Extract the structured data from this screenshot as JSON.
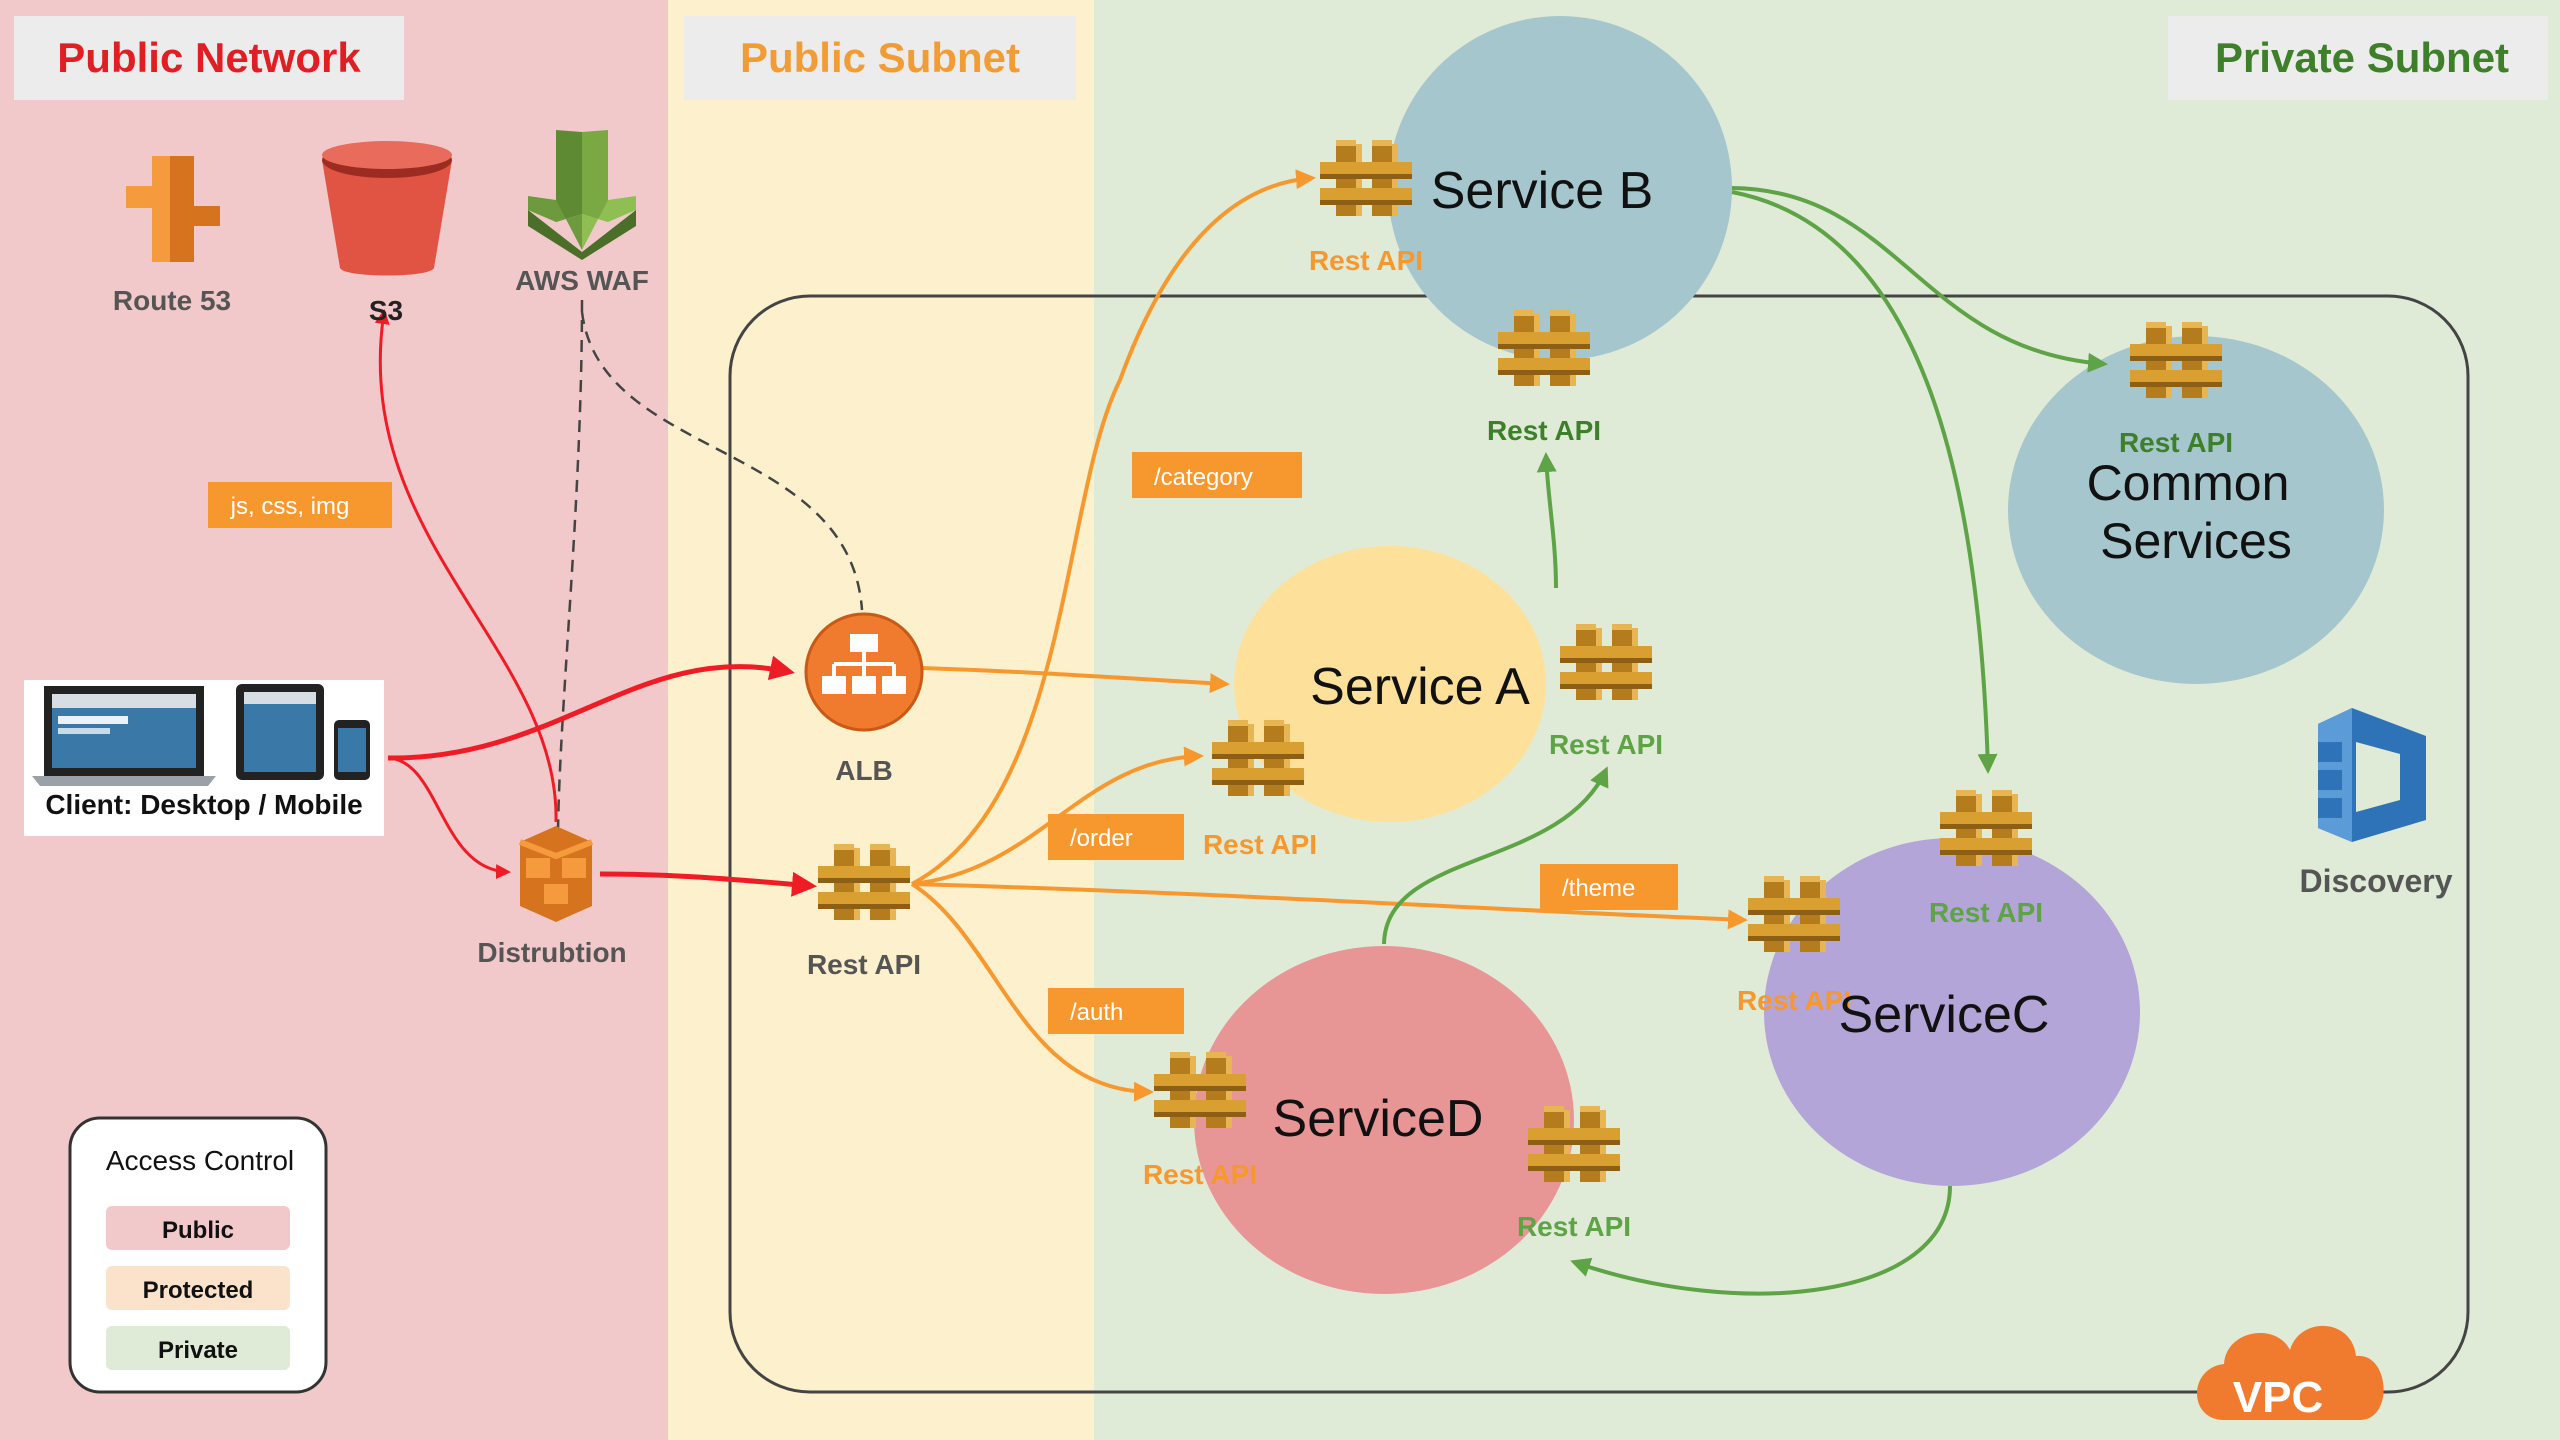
{
  "zones": {
    "public": {
      "title": "Public Network",
      "bg": "#f2c9ca",
      "color": "#e01f25"
    },
    "public_subnet": {
      "title": "Public Subnet",
      "bg": "#fdf0cc",
      "color": "#f29c36"
    },
    "private": {
      "title": "Private Subnet",
      "bg": "#dfebd7",
      "color": "#3e7f2a"
    }
  },
  "aws": {
    "route53": "Route 53",
    "s3": "S3",
    "waf": "AWS WAF"
  },
  "client": "Client: Desktop / Mobile",
  "distribution": "Distrubtion",
  "alb": "ALB",
  "rest_api": "Rest API",
  "services": {
    "a": "Service A",
    "b": "Service B",
    "c": "ServiceC",
    "d": "ServiceD",
    "common_line1": "Common",
    "common_line2": "Services"
  },
  "route_tags": {
    "assets": "js, css, img",
    "category": "/category",
    "order": "/order",
    "auth": "/auth",
    "theme": "/theme"
  },
  "discovery": "Discovery",
  "vpc": "VPC",
  "access_control": {
    "title": "Access Control",
    "public": "Public",
    "protected": "Protected",
    "private": "Private"
  },
  "colors": {
    "red": "#ee1c25",
    "orange": "#f7982f",
    "green": "#5ea346",
    "api_gold": "#d9a031"
  },
  "icons": [
    "route53-icon",
    "s3-bucket-icon",
    "waf-icon",
    "cloudfront-icon",
    "alb-icon",
    "api-gateway-icon",
    "discovery-icon",
    "vpc-cloud-icon"
  ]
}
